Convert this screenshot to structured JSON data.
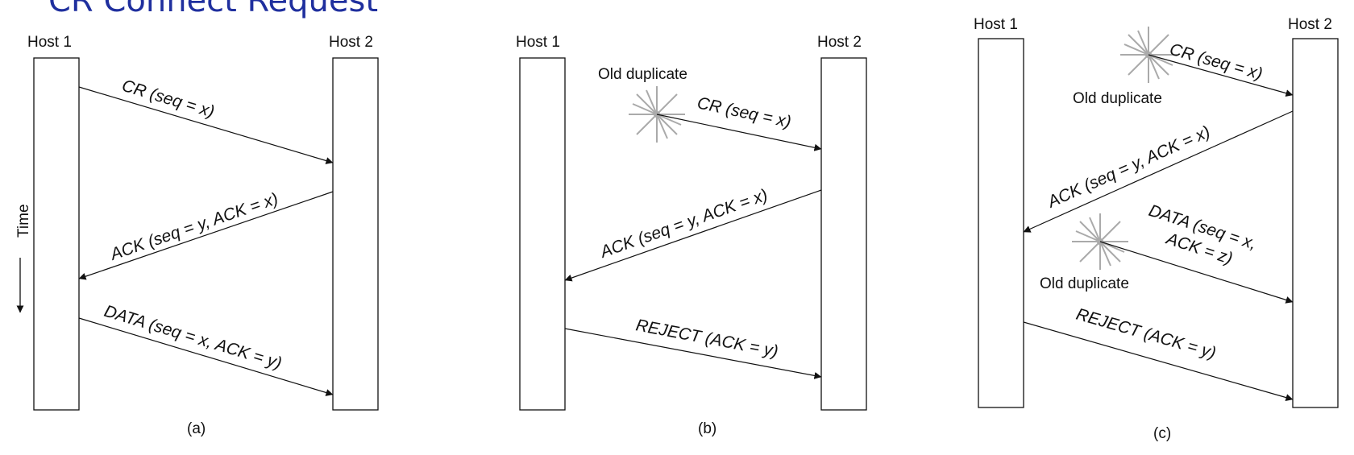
{
  "title": "CR Connect Request",
  "time_label": "Time",
  "panels": [
    {
      "caption": "(a)",
      "host1": "Host 1",
      "host2": "Host 2",
      "messages": [
        {
          "text": "CR (seq = x)"
        },
        {
          "text": "ACK (seq = y, ACK = x)"
        },
        {
          "text": "DATA (seq = x, ACK = y)"
        }
      ]
    },
    {
      "caption": "(b)",
      "host1": "Host 1",
      "host2": "Host 2",
      "old_duplicate": "Old duplicate",
      "messages": [
        {
          "text": "CR (seq = x)"
        },
        {
          "text": "ACK (seq = y, ACK = x)"
        },
        {
          "text": "REJECT (ACK = y)"
        }
      ]
    },
    {
      "caption": "(c)",
      "host1": "Host 1",
      "host2": "Host 2",
      "old_duplicate_1": "Old duplicate",
      "old_duplicate_2": "Old duplicate",
      "messages": [
        {
          "text": "CR (seq = x)"
        },
        {
          "text": "ACK (seq = y, ACK = x)"
        },
        {
          "text_line1": "DATA (seq = x,",
          "text_line2": "ACK = z)"
        },
        {
          "text": "REJECT (ACK = y)"
        }
      ]
    }
  ]
}
